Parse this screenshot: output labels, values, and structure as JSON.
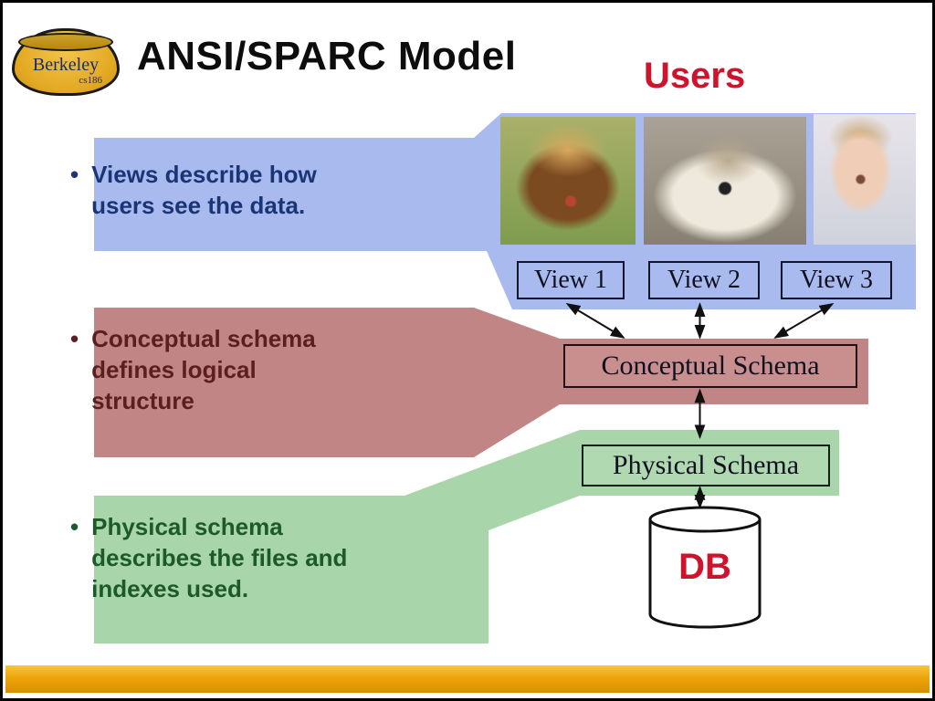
{
  "title": "ANSI/SPARC Model",
  "logo": {
    "name": "Berkeley",
    "course": "cs186"
  },
  "users_label": "Users",
  "bullet_glyph": "•",
  "bullets": [
    {
      "text": "Views describe how users see the data."
    },
    {
      "text": "Conceptual schema defines logical structure"
    },
    {
      "text": "Physical schema describes the files and indexes used."
    }
  ],
  "diagram": {
    "views": [
      "View 1",
      "View 2",
      "View 3"
    ],
    "conceptual_label": "Conceptual Schema",
    "physical_label": "Physical Schema",
    "db_label": "DB",
    "photos": [
      "cow-photo",
      "puppy-photo",
      "baby-photo"
    ]
  },
  "colors": {
    "views_callout": "#a9bbee",
    "conceptual_callout": "#c28585",
    "physical_callout": "#a9d5ab",
    "views_text": "#1a3576",
    "conceptual_text": "#5c1f1f",
    "physical_text": "#1d5a2a",
    "users_red": "#d0132c",
    "bottom_bar": "#eda40b",
    "logo_gold": "#e2a822"
  }
}
